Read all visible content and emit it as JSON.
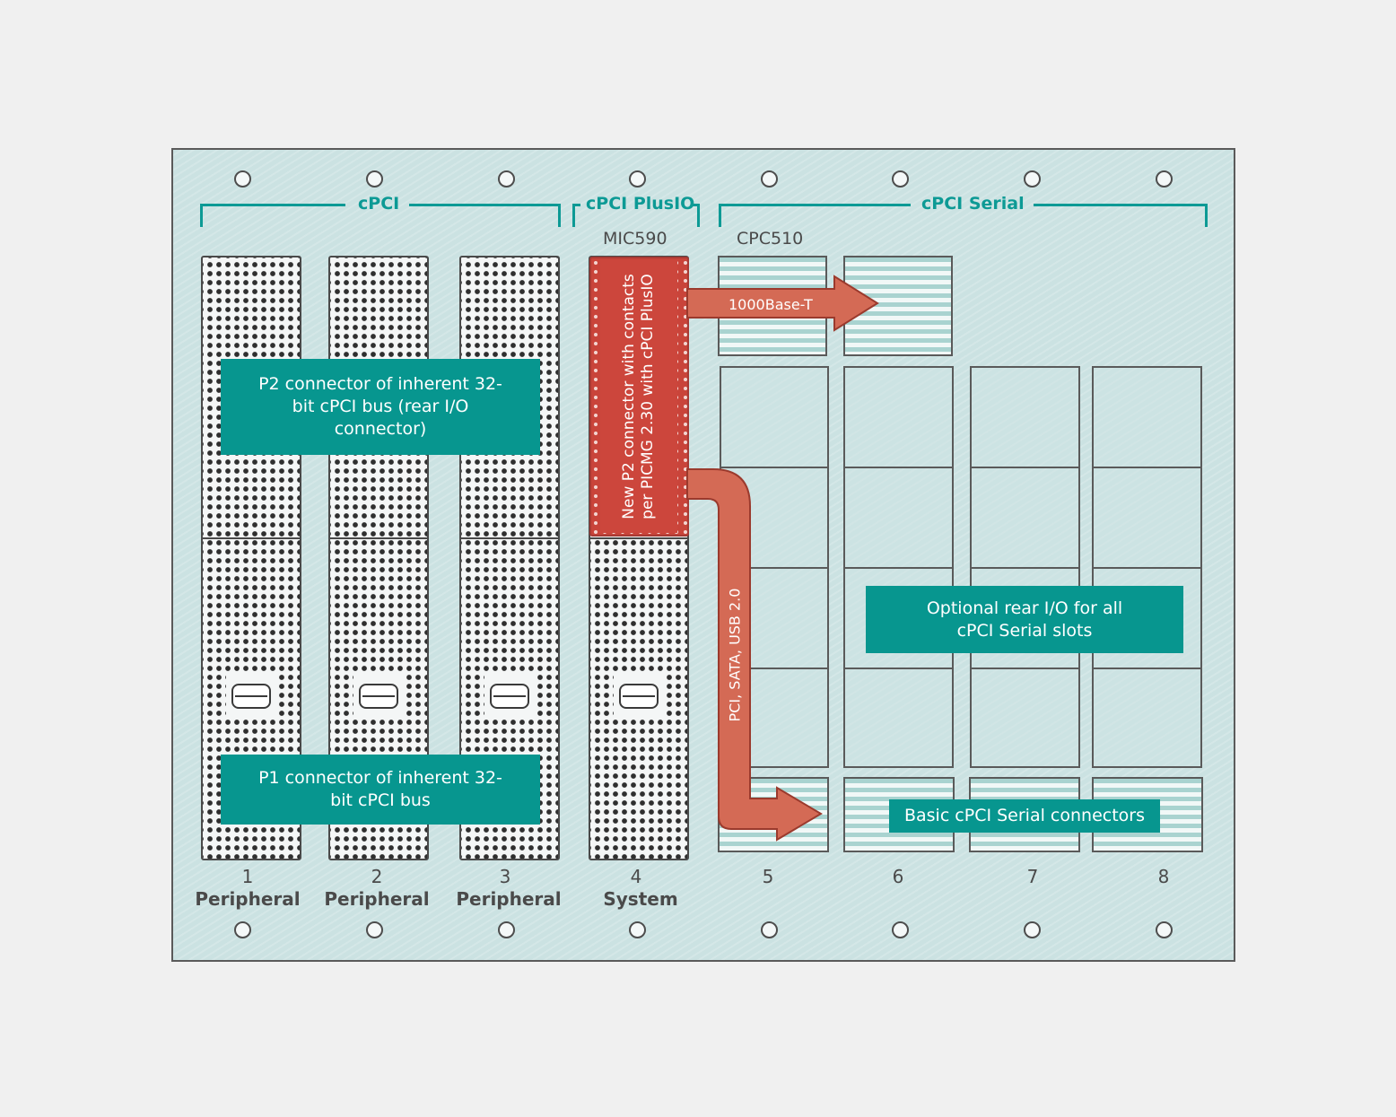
{
  "groups": {
    "cpci": "cPCI",
    "plusio": "cPCI PlusIO",
    "serial": "cPCI Serial"
  },
  "boards": {
    "mic590": "MIC590",
    "cpc510": "CPC510"
  },
  "callouts": {
    "p2": "P2 connector of inherent 32-bit cPCI bus (rear I/O connector)",
    "p1": "P1 connector of inherent 32-bit cPCI bus",
    "new_p2": "New P2 connector with contacts per PICMG 2.30 with cPCI PlusIO",
    "rear_io": "Optional rear I/O for all cPCI Serial slots",
    "basic_conn": "Basic cPCI Serial connectors"
  },
  "links": {
    "ethernet": "1000Base-T",
    "bus": "PCI, SATA, USB 2.0"
  },
  "slots": [
    {
      "num": "1",
      "role": "Peripheral"
    },
    {
      "num": "2",
      "role": "Peripheral"
    },
    {
      "num": "3",
      "role": "Peripheral"
    },
    {
      "num": "4",
      "role": "System"
    },
    {
      "num": "5",
      "role": ""
    },
    {
      "num": "6",
      "role": ""
    },
    {
      "num": "7",
      "role": ""
    },
    {
      "num": "8",
      "role": ""
    }
  ],
  "colors": {
    "teal": "#07968f",
    "red": "#c9443a",
    "board": "#cbe2e2",
    "arrow": "#d46a55"
  }
}
